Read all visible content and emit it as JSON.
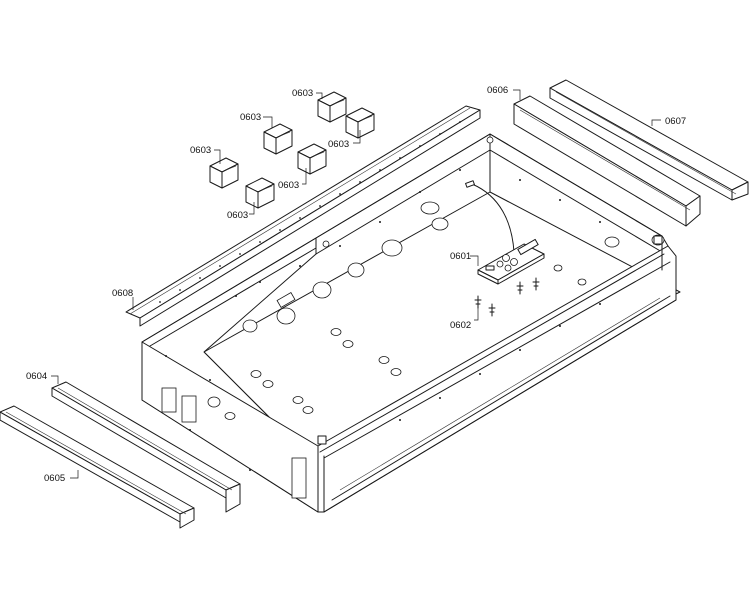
{
  "callouts": [
    {
      "id": "c-0603-a",
      "text": "0603"
    },
    {
      "id": "c-0603-b",
      "text": "0603"
    },
    {
      "id": "c-0603-c",
      "text": "0603"
    },
    {
      "id": "c-0603-d",
      "text": "0603"
    },
    {
      "id": "c-0603-e",
      "text": "0603"
    },
    {
      "id": "c-0603-f",
      "text": "0603"
    },
    {
      "id": "c-0606",
      "text": "0606"
    },
    {
      "id": "c-0607",
      "text": "0607"
    },
    {
      "id": "c-0608",
      "text": "0608"
    },
    {
      "id": "c-0601",
      "text": "0601"
    },
    {
      "id": "c-0602",
      "text": "0602"
    },
    {
      "id": "c-0604",
      "text": "0604"
    },
    {
      "id": "c-0605",
      "text": "0605"
    }
  ]
}
